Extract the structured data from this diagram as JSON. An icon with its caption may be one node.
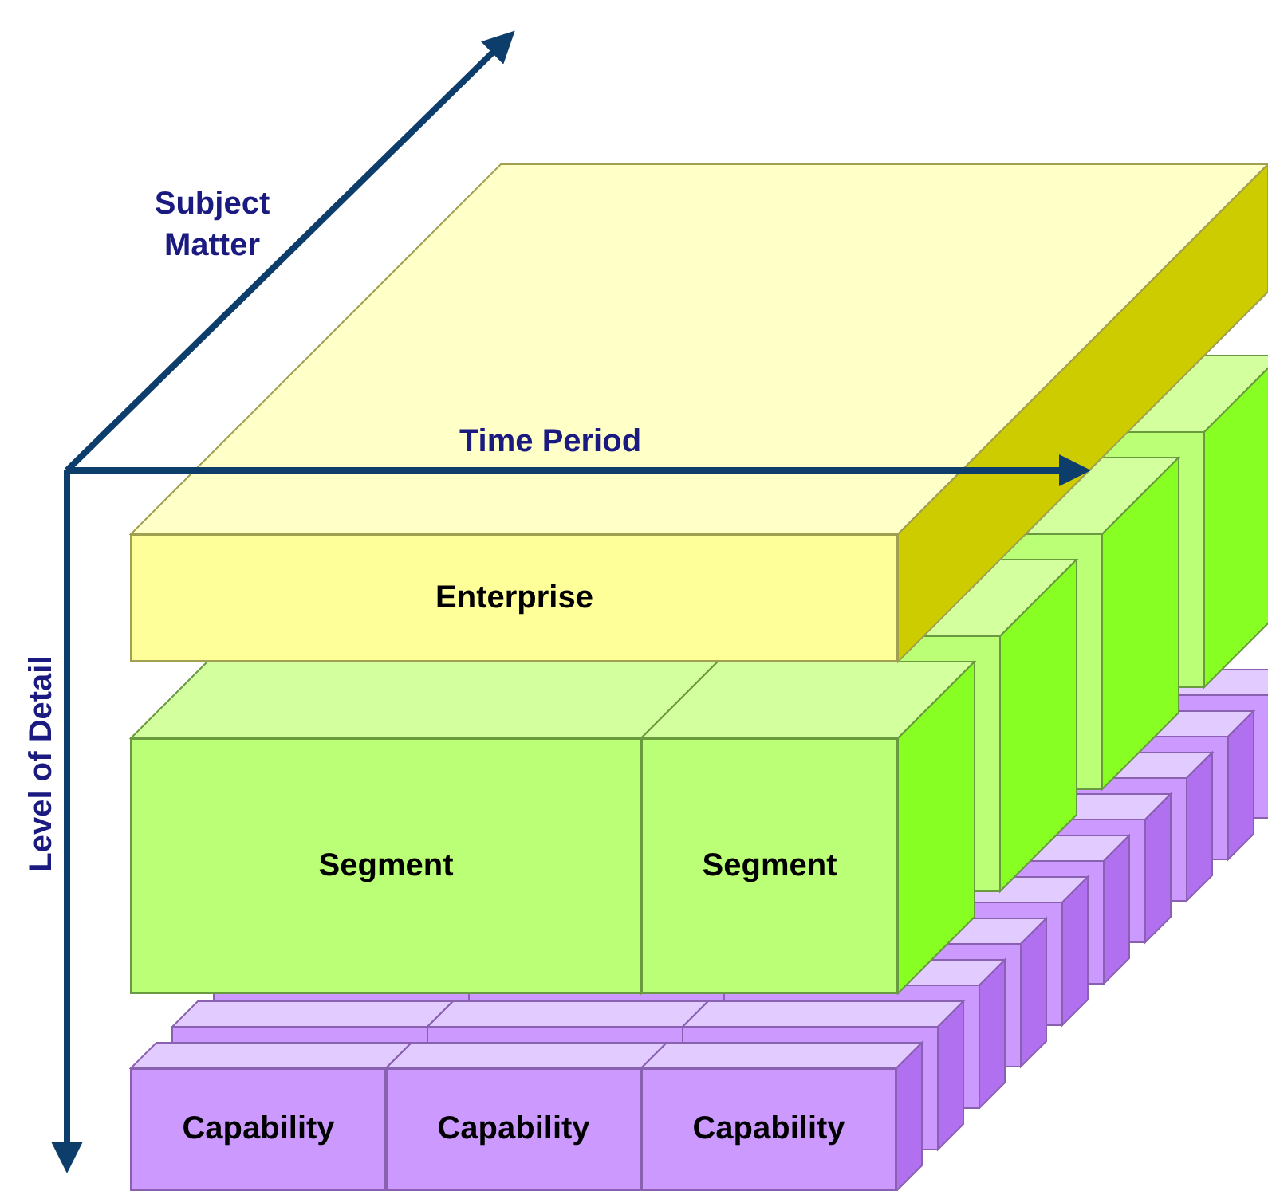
{
  "diagram": {
    "nodes": [
      {
        "text": [
          "Enterprise"
        ]
      },
      {
        "text": [
          "Segment"
        ]
      },
      {
        "text": [
          "Segment"
        ]
      },
      {
        "text": [
          "Capability"
        ]
      },
      {
        "text": [
          "Capability"
        ]
      },
      {
        "text": [
          "Capability"
        ]
      }
    ],
    "labels": [
      "Subject Matter",
      "Time Period",
      "Level of Detail"
    ]
  }
}
